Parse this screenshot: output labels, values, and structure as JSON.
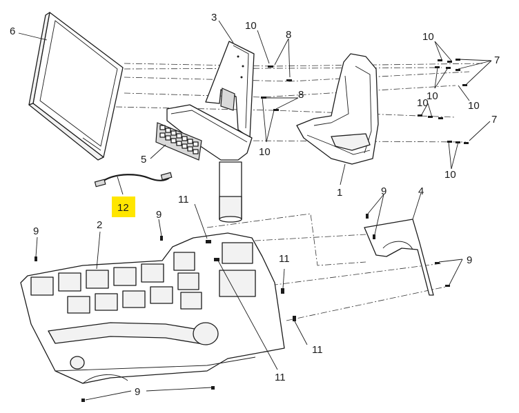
{
  "diagram": {
    "highlight_color": "#ffe600",
    "callouts": {
      "c1": "1",
      "c2": "2",
      "c3": "3",
      "c4": "4",
      "c5": "5",
      "c6": "6",
      "c7a": "7",
      "c7b": "7",
      "c8a": "8",
      "c8b": "8",
      "c9a": "9",
      "c9b": "9",
      "c9c": "9",
      "c9d": "9",
      "c9e": "9",
      "c10a": "10",
      "c10b": "10",
      "c10c": "10",
      "c10d": "10",
      "c10e": "10",
      "c10f": "10",
      "c10g": "10",
      "c11a": "11",
      "c11b": "11",
      "c11c": "11",
      "c11d": "11",
      "c12": "12"
    }
  }
}
